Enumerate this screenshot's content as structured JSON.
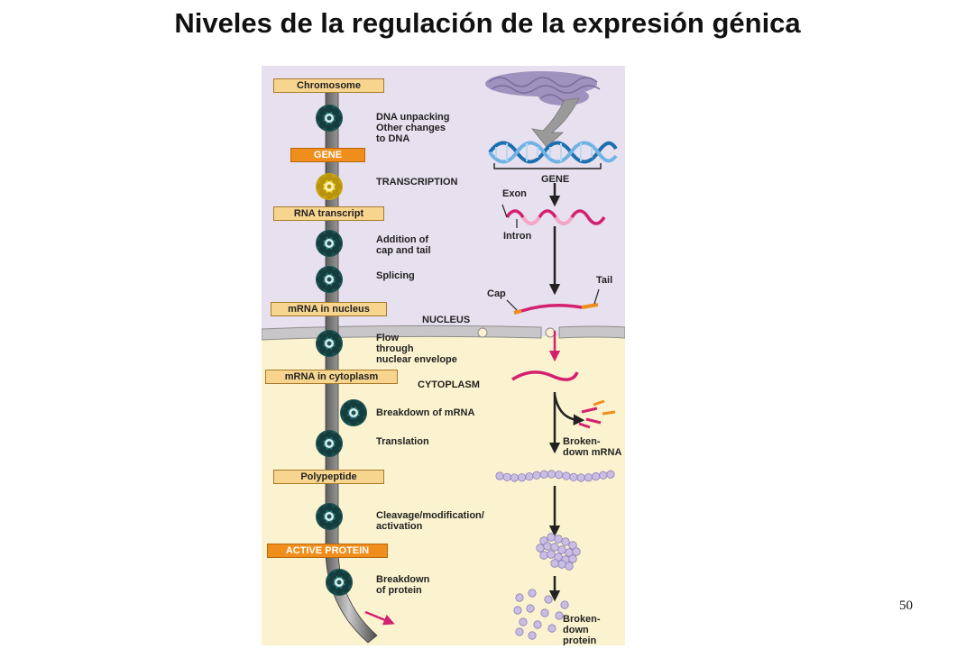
{
  "slide": {
    "title": "Niveles de la regulación de la expresión génica",
    "page_number": "50"
  },
  "stages": [
    {
      "label": "Chromosome",
      "style": "pale"
    },
    {
      "label": "GENE",
      "style": "orange"
    },
    {
      "label": "RNA transcript",
      "style": "pale"
    },
    {
      "label": "mRNA in nucleus",
      "style": "pale"
    },
    {
      "label": "mRNA in cytoplasm",
      "style": "pale"
    },
    {
      "label": "Polypeptide",
      "style": "pale"
    },
    {
      "label": "ACTIVE PROTEIN",
      "style": "orange"
    }
  ],
  "steps": [
    "DNA unpacking\nOther changes\nto DNA",
    "TRANSCRIPTION",
    "Addition  of\ncap and tail",
    "Splicing",
    "Flow\nthrough\nnuclear envelope",
    "Breakdown of mRNA",
    "Translation",
    "Cleavage/modification/\nactivation",
    "Breakdown\nof protein"
  ],
  "regions": {
    "nucleus": "NUCLEUS",
    "cytoplasm": "CYTOPLASM"
  },
  "right_labels": {
    "gene": "GENE",
    "exon": "Exon",
    "intron": "Intron",
    "cap": "Cap",
    "tail": "Tail",
    "broken_mrna": "Broken-\ndown mRNA",
    "broken_protein": "Broken-\ndown\nprotein"
  },
  "colors": {
    "nucleus_bg": "#e7e0ef",
    "cytoplasm_bg": "#fbf3cf",
    "orange_box": "#f08e1c",
    "pale_box": "#f7d58f",
    "mrna": "#d4206f",
    "control_knob": "#1f5a5a",
    "active_knob": "#e8c417"
  }
}
